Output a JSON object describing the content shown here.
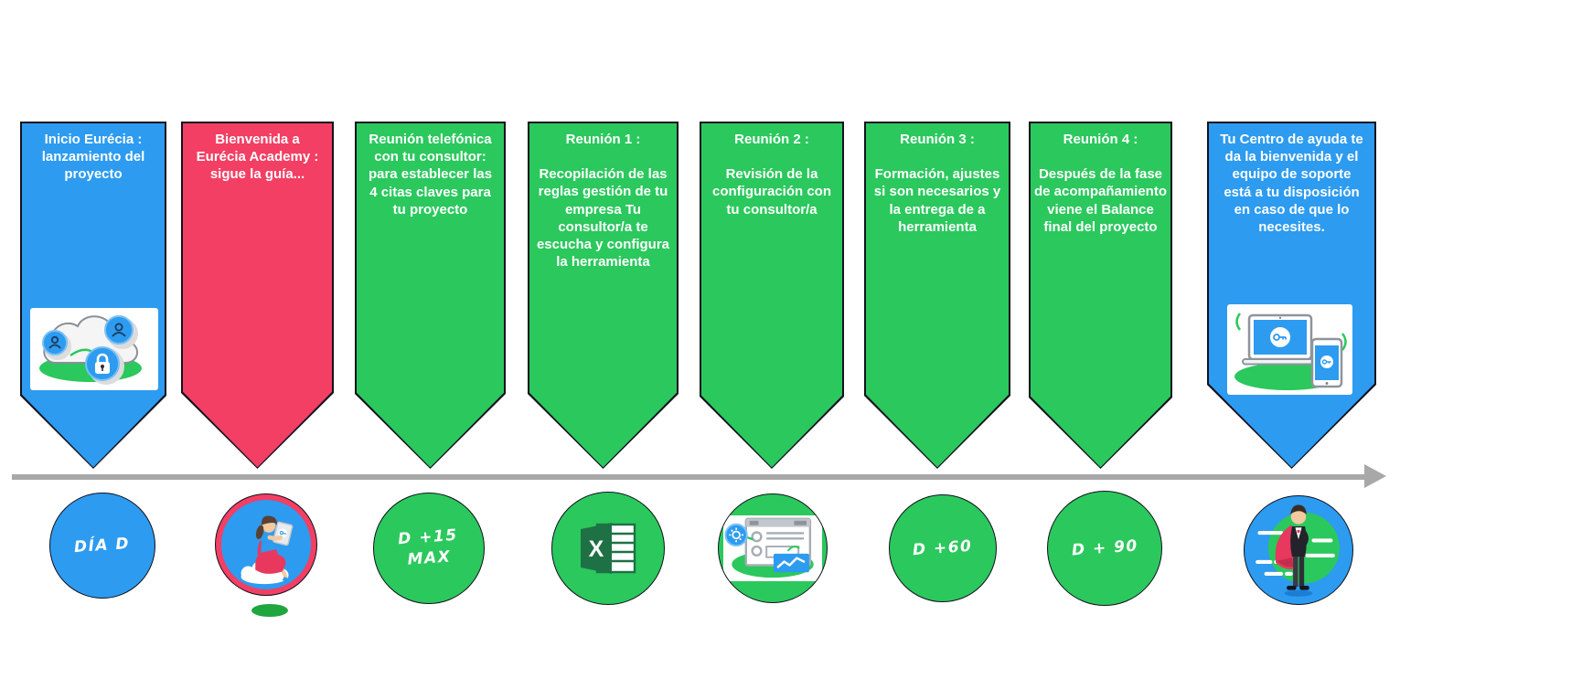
{
  "diagram": {
    "type": "onboarding-timeline",
    "language": "es",
    "direction": "left-to-right"
  },
  "colors": {
    "blue": "#2D9BF0",
    "pink": "#F23F63",
    "green": "#2BC85D",
    "dark_green_shadow": "#1FA63F",
    "timeline_gray": "#A8A8A8",
    "excel_green": "#1E7145",
    "outline_dark": "#12121e",
    "text_white": "#FFFFFF"
  },
  "banners": [
    {
      "id": "inicio",
      "color": "blue",
      "title": "Inicio Eurécia : lanzamiento del proyecto",
      "body": "",
      "icon": "cloud-team-lock-illustration"
    },
    {
      "id": "academy",
      "color": "pink",
      "title": "Bienvenida a Eurécia Academy : sigue la guía...",
      "body": ""
    },
    {
      "id": "llamada",
      "color": "green",
      "title": "Reunión telefónica con tu consultor: para establecer las 4 citas claves para tu proyecto",
      "body": ""
    },
    {
      "id": "reunion1",
      "color": "green",
      "title": "Reunión 1 :",
      "body": "Recopilación de las reglas gestión de tu empresa Tu consultor/a te escucha y configura la herramienta"
    },
    {
      "id": "reunion2",
      "color": "green",
      "title": "Reunión 2 :",
      "body": "Revisión de la configuración con tu consultor/a"
    },
    {
      "id": "reunion3",
      "color": "green",
      "title": "Reunión 3 :",
      "body": "Formación, ajustes si son necesarios y la entrega de a herramienta"
    },
    {
      "id": "reunion4",
      "color": "green",
      "title": "Reunión 4 :",
      "body": "Después de la fase de acompañamiento viene el Balance final del proyecto"
    },
    {
      "id": "soporte",
      "color": "blue",
      "title": "Tu Centro de ayuda te da la bienvenida y el equipo de soporte está a tu disposición en caso de que lo necesites.",
      "body": "",
      "icon": "devices-illustration"
    }
  ],
  "milestones": [
    {
      "id": "dia-d",
      "color": "blue",
      "type": "text",
      "label": "DÍA D"
    },
    {
      "id": "academy",
      "color": "pink",
      "type": "illustration",
      "label": "",
      "icon": "person-reading-on-cloud"
    },
    {
      "id": "d15",
      "color": "green",
      "type": "text",
      "label": "D +15\nMAX"
    },
    {
      "id": "excel",
      "color": "green",
      "type": "illustration",
      "label": "",
      "icon": "excel-logo"
    },
    {
      "id": "config",
      "color": "green",
      "type": "illustration",
      "label": "",
      "icon": "browser-settings-illustration"
    },
    {
      "id": "d60",
      "color": "green",
      "type": "text",
      "label": "D +60"
    },
    {
      "id": "d90",
      "color": "green",
      "type": "text",
      "label": "D + 90"
    },
    {
      "id": "soporte",
      "color": "blue",
      "type": "illustration",
      "label": "",
      "icon": "support-hero-illustration"
    }
  ]
}
